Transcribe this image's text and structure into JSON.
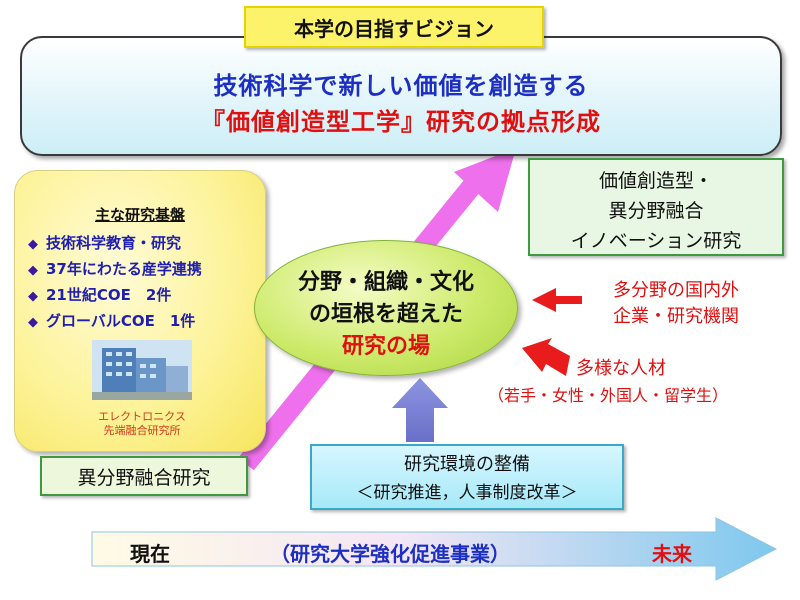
{
  "vision": {
    "title": "本学の目指すビジョン",
    "line1": "技術科学で新しい価値を創造する",
    "line2": "『価値創造型工学』研究の拠点形成"
  },
  "research_base": {
    "title": "主な研究基盤",
    "items": [
      "技術科学教育・研究",
      "37年にわたる産学連携",
      "21世紀COE　2件",
      "グローバルCOE　1件"
    ],
    "caption_line1": "エレクトロニクス",
    "caption_line2": "先端融合研究所"
  },
  "fusion_label": "異分野融合研究",
  "center": {
    "line1": "分野・組織・文化",
    "line2": "の垣根を超えた",
    "line3": "研究の場"
  },
  "innovation": {
    "line1": "価値創造型・",
    "line2": "異分野融合",
    "line3": "イノベーション研究"
  },
  "external": {
    "line1": "多分野の国内外",
    "line2": "企業・研究機関"
  },
  "talent": {
    "line1": "多様な人材",
    "line2": "（若手・女性・外国人・留学生）"
  },
  "environment": {
    "line1": "研究環境の整備",
    "line2": "＜研究推進，人事制度改革＞"
  },
  "timeline": {
    "present": "現在",
    "center": "（研究大学強化促進事業）",
    "future": "未来"
  }
}
